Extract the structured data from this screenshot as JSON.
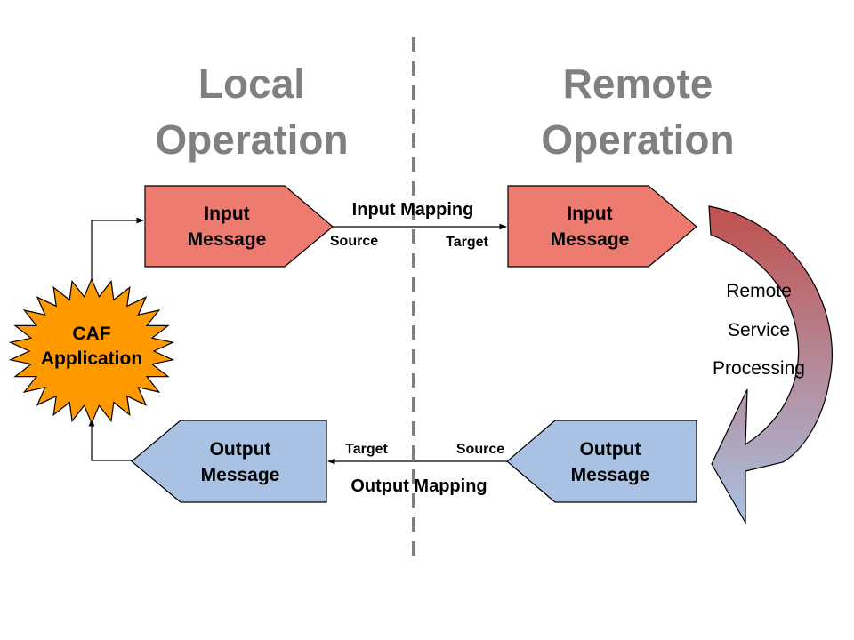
{
  "colors": {
    "heading": "#808080",
    "divider": "#808080",
    "input_fill": "#ee7b70",
    "output_fill": "#a9c2e3",
    "caf_fill": "#ff9900",
    "stroke": "#000000",
    "curve_top": "#c0504d",
    "curve_bottom": "#a9c2e3"
  },
  "headings": {
    "local": {
      "line1": "Local",
      "line2": "Operation"
    },
    "remote": {
      "line1": "Remote",
      "line2": "Operation"
    }
  },
  "caf_application": {
    "line1": "CAF",
    "line2": "Application"
  },
  "local_input_message": {
    "line1": "Input",
    "line2": "Message"
  },
  "remote_input_message": {
    "line1": "Input",
    "line2": "Message"
  },
  "local_output_message": {
    "line1": "Output",
    "line2": "Message"
  },
  "remote_output_message": {
    "line1": "Output",
    "line2": "Message"
  },
  "input_mapping": {
    "label": "Input Mapping",
    "source": "Source",
    "target": "Target"
  },
  "output_mapping": {
    "label": "Output Mapping",
    "source": "Source",
    "target": "Target"
  },
  "remote_processing": {
    "line1": "Remote",
    "line2": "Service",
    "line3": "Processing"
  }
}
